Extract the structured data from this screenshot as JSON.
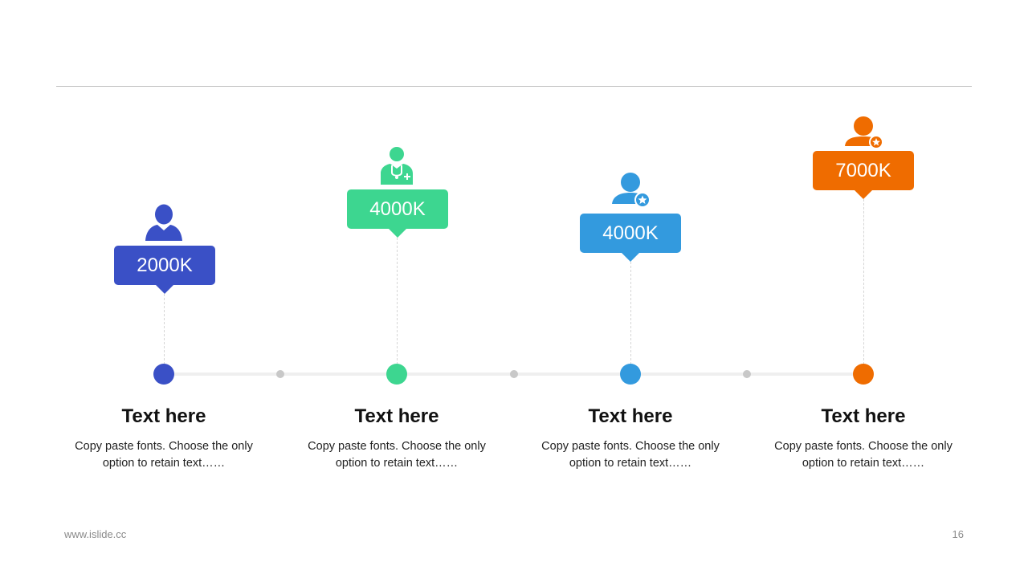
{
  "steps": [
    {
      "value": "2000K",
      "title": "Text here",
      "desc_line1": "Copy paste fonts. Choose the only",
      "desc_line2": "option to retain text……",
      "color": "#3a50c6",
      "icon": "person-icon"
    },
    {
      "value": "4000K",
      "title": "Text here",
      "desc_line1": "Copy paste fonts. Choose the only",
      "desc_line2": "option to retain text……",
      "color": "#3dd690",
      "icon": "doctor-icon"
    },
    {
      "value": "4000K",
      "title": "Text here",
      "desc_line1": "Copy paste fonts. Choose the only",
      "desc_line2": "option to retain text……",
      "color": "#339ade",
      "icon": "person-star-icon"
    },
    {
      "value": "7000K",
      "title": "Text here",
      "desc_line1": "Copy paste fonts. Choose the only",
      "desc_line2": "option to retain text……",
      "color": "#ef6c00",
      "icon": "person-star-icon"
    }
  ],
  "footer": {
    "url": "www.islide.cc",
    "page_number": "16"
  }
}
